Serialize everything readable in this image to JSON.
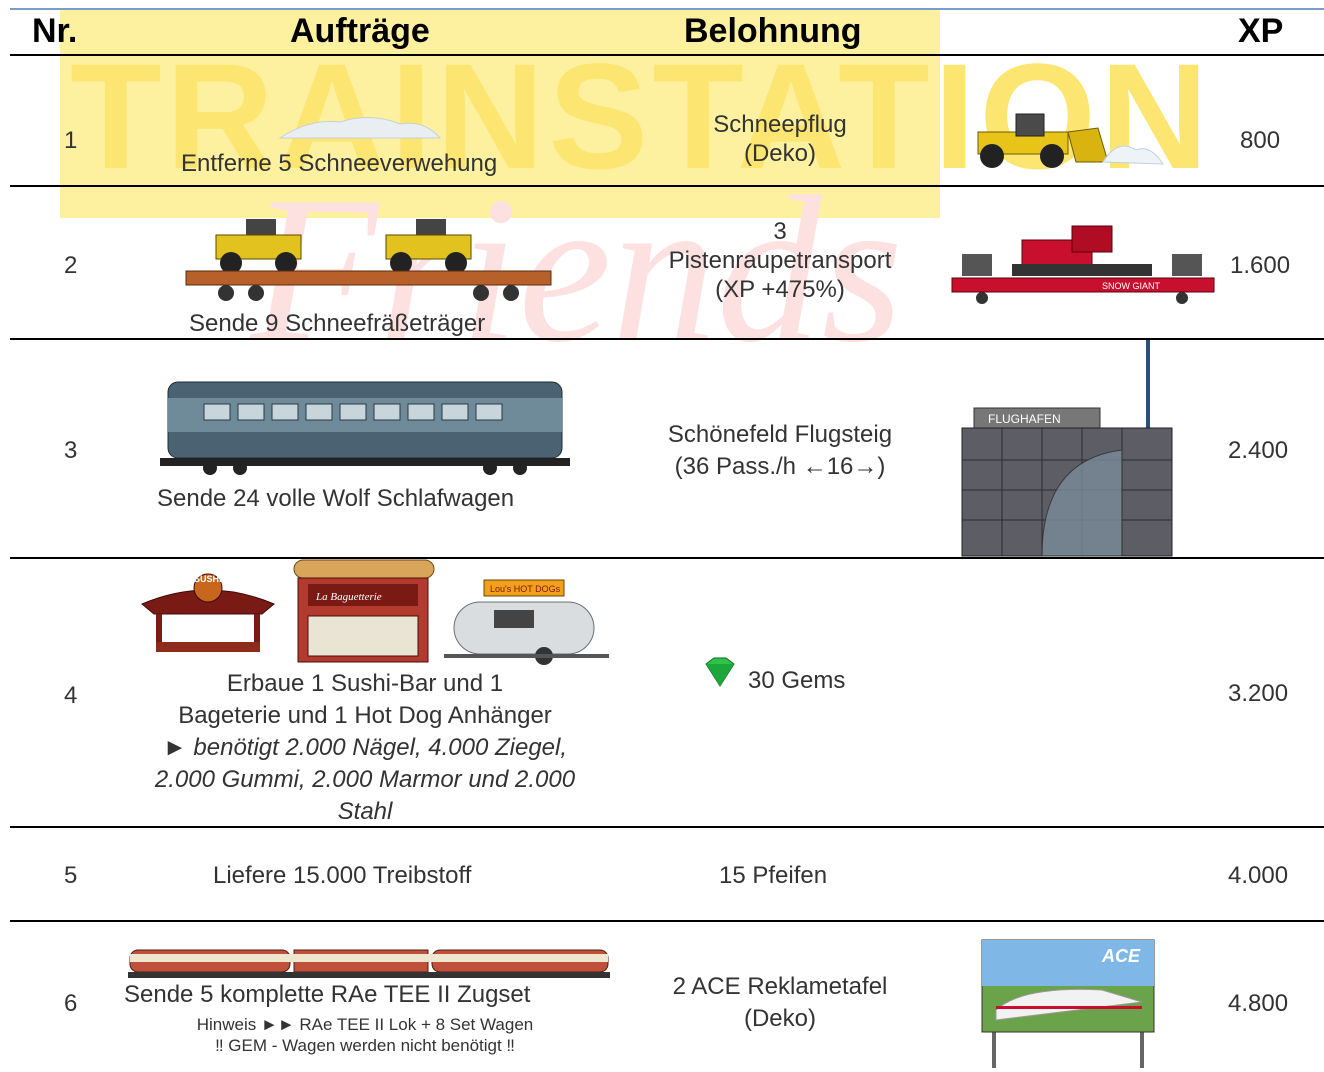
{
  "header": {
    "nr": "Nr.",
    "auftraege": "Aufträge",
    "belohnung": "Belohnung",
    "xp": "XP"
  },
  "rows": [
    {
      "nr": "1",
      "task": "Entferne 5 Schneeverwehung",
      "reward": [
        "Schneepflug",
        "(Deko)"
      ],
      "xp": "800",
      "task_image": "snowdrift-icon",
      "reward_image": "snowplow-icon"
    },
    {
      "nr": "2",
      "task": "Sende 9 Schneefräßeträger",
      "reward": [
        "3",
        "Pistenraupetransport",
        "(XP +475%)"
      ],
      "xp": "1.600",
      "task_image": "flatcar-with-loaders-icon",
      "reward_image": "snowcat-transport-icon",
      "reward_image_text": "SNOW GIANT"
    },
    {
      "nr": "3",
      "task": "Sende 24 volle Wolf Schlafwagen",
      "reward": [
        "Schönefeld Flugsteig",
        "(36 Pass./h ←16→)"
      ],
      "xp": "2.400",
      "task_image": "sleeping-car-icon",
      "reward_image": "airport-gate-icon",
      "reward_image_text": "FLUGHAFEN"
    },
    {
      "nr": "4",
      "task": [
        "Erbaue 1 Sushi-Bar und 1",
        "Bageterie und 1 Hot Dog Anhänger"
      ],
      "task_note": [
        "► benötigt 2.000 Nägel, 4.000 Ziegel,",
        "2.000 Gummi, 2.000 Marmor und 2.000",
        "Stahl"
      ],
      "reward": [
        "30 Gems"
      ],
      "xp": "3.200",
      "task_images": [
        "sushi-bar-icon",
        "baguetterie-icon",
        "hot-dog-trailer-icon"
      ],
      "task_image_texts": [
        "SUSHI",
        "La Baguetterie",
        "Lou's HOT DOGs"
      ],
      "reward_image": "gem-icon"
    },
    {
      "nr": "5",
      "task": "Liefere 15.000 Treibstoff",
      "reward": [
        "15 Pfeifen"
      ],
      "xp": "4.000"
    },
    {
      "nr": "6",
      "task": "Sende  5 komplette RAe TEE II Zugset",
      "task_note": [
        "Hinweis ►► RAe TEE II Lok + 8 Set Wagen",
        "‼ GEM - Wagen werden nicht benötigt ‼"
      ],
      "reward": [
        "2 ACE Reklametafel",
        "(Deko)"
      ],
      "xp": "4.800",
      "task_image": "tee-train-icon",
      "reward_image": "billboard-icon",
      "reward_image_text": "ACE"
    }
  ],
  "watermark": {
    "text": "TRAINSTATION",
    "script": "Friends"
  },
  "colors": {
    "accent_line": "#7a9ccc",
    "watermark_yellow": "#fce570",
    "watermark_red": "#e05050",
    "text": "#333333"
  }
}
